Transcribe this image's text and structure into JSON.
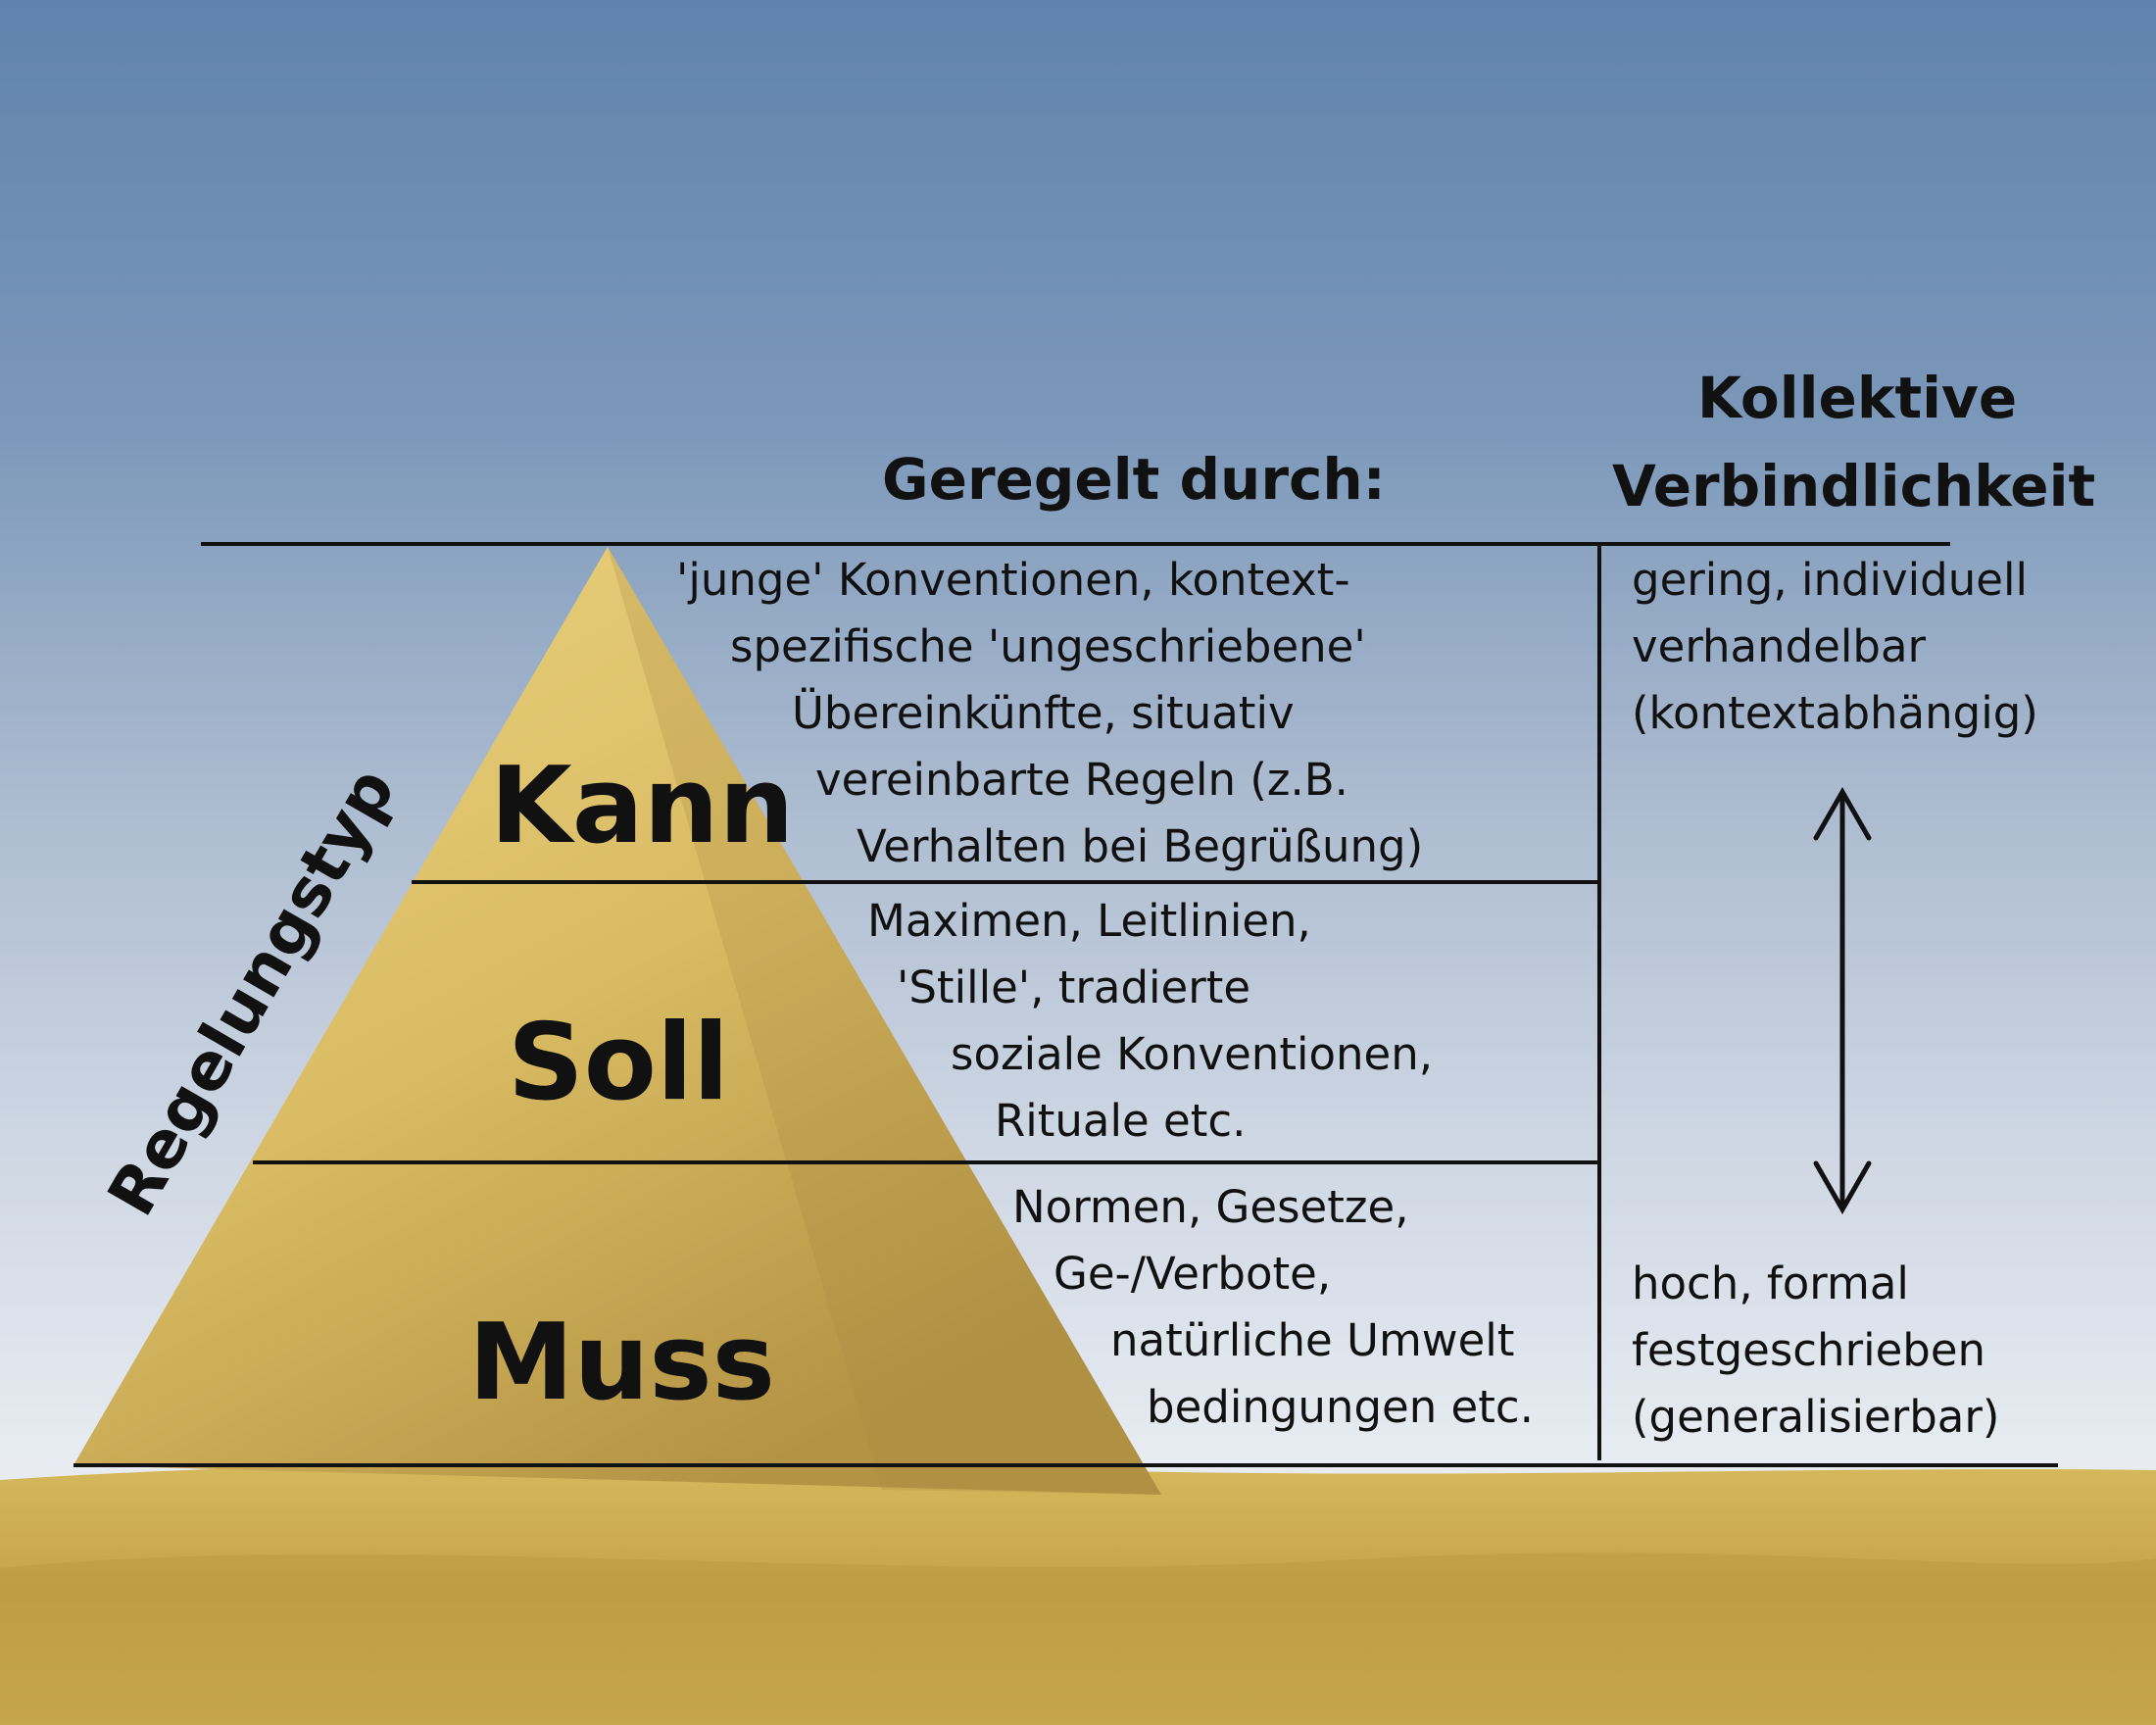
{
  "headers": {
    "geregelt": "Geregelt durch:",
    "kollektiv_line1": "Kollektive",
    "kollektiv_line2": "Verbindlichkeit"
  },
  "axis_label": "Regelungstyp",
  "levels": [
    {
      "name": "Kann",
      "description_lines": [
        "'junge' Konventionen, kontext-",
        "spezifische  'ungeschriebene'",
        "Übereinkünfte,  situativ",
        "vereinbarte  Regeln (z.B.",
        "Verhalten bei Begrüßung)"
      ]
    },
    {
      "name": "Soll",
      "description_lines": [
        "Maximen, Leitlinien,",
        "'Stille',  tradierte",
        "soziale Konventionen,",
        "Rituale etc."
      ]
    },
    {
      "name": "Muss",
      "description_lines": [
        "Normen, Gesetze,",
        "Ge-/Verbote,",
        "natürliche Umwelt",
        "bedingungen etc."
      ]
    }
  ],
  "binding": {
    "low_lines": [
      "gering, individuell",
      "verhandelbar",
      "(kontextabhängig)"
    ],
    "high_lines": [
      "hoch, formal",
      "festgeschrieben",
      "(generalisierbar)"
    ]
  },
  "colors": {
    "pyramid_light": "#e8cf7a",
    "pyramid_dark": "#a8893e",
    "sand": "#c9a84e",
    "sky_top": "#5f83ad",
    "sky_bottom": "#f0f1f3",
    "ink": "#111111"
  }
}
